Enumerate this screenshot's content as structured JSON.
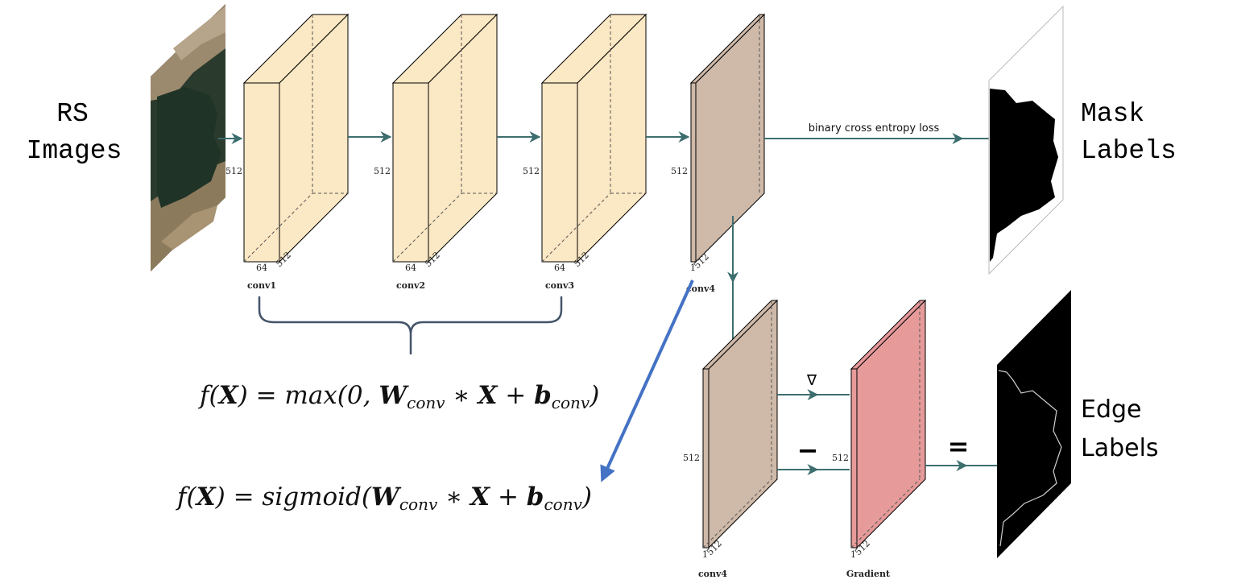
{
  "labels": {
    "rs_images_1": "RS",
    "rs_images_2": "Images",
    "mask_labels_1": "Mask",
    "mask_labels_2": "Labels",
    "edge_labels_1": "Edge",
    "edge_labels_2": "Labels"
  },
  "layers": {
    "conv1": {
      "caption": "conv1",
      "height": "512",
      "depth": "64",
      "width": "512"
    },
    "conv2": {
      "caption": "conv2",
      "height": "512",
      "depth": "64",
      "width": "512"
    },
    "conv3": {
      "caption": "conv3",
      "height": "512",
      "depth": "64",
      "width": "512"
    },
    "conv4": {
      "caption": "conv4",
      "height": "512",
      "depth": "1",
      "width": "512"
    },
    "conv4_b": {
      "caption": "conv4",
      "height": "512",
      "depth": "1",
      "width": "512"
    },
    "gradient": {
      "caption": "Gradient",
      "height": "512",
      "depth": "1",
      "width": "512"
    }
  },
  "loss_label": "binary cross entropy loss",
  "formulas": {
    "relu": "f(X) = max(0,  W_conv * X + b_conv)",
    "sigmoid": "f(X) = sigmoid(W_conv * X + b_conv)"
  },
  "operators": {
    "nabla": "∇",
    "minus": "−",
    "equals": "="
  },
  "colors": {
    "conv_fill": "#fbe8c4",
    "conv4_fill": "#cfb9a8",
    "gradient_fill": "#e69a9a",
    "arrow": "#3d6e6e",
    "blue_arrow": "#4472c4",
    "brace": "#44546a"
  }
}
